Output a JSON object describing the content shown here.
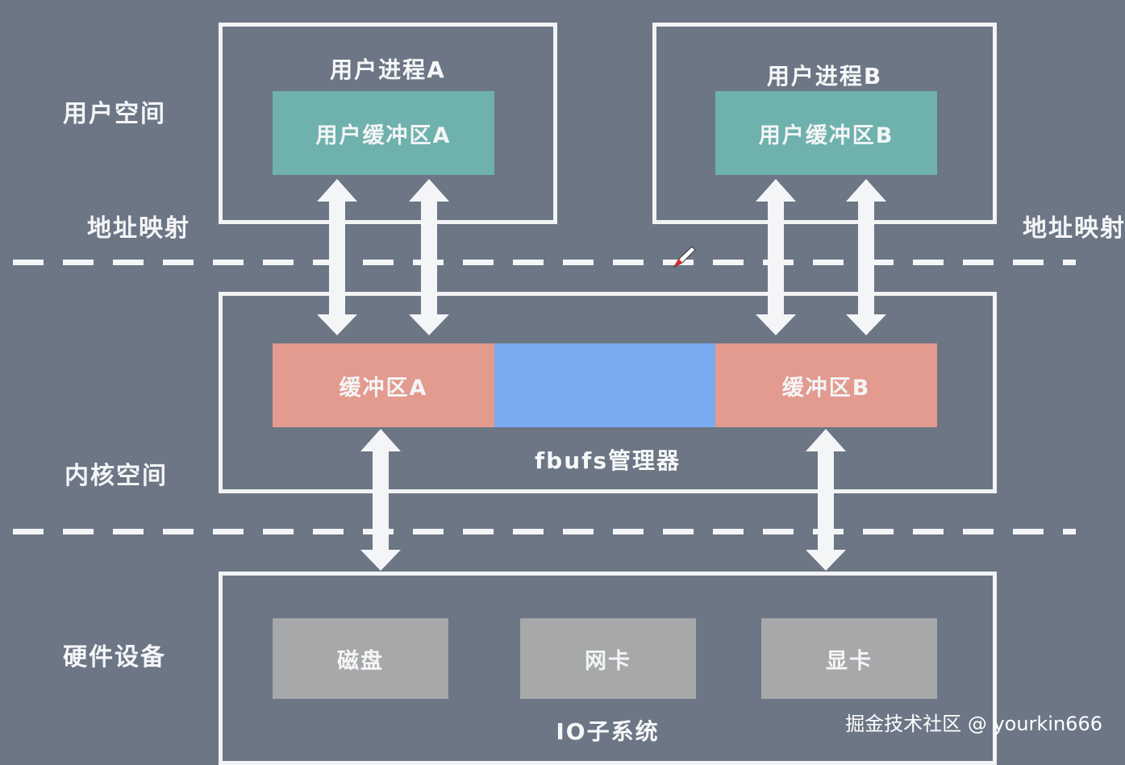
{
  "labels": {
    "user_space": "用户空间",
    "address_mapping_left": "地址映射",
    "address_mapping_right": "地址映射",
    "kernel_space": "内核空间",
    "hardware": "硬件设备"
  },
  "user_process_a": {
    "title": "用户进程A",
    "buffer": "用户缓冲区A"
  },
  "user_process_b": {
    "title": "用户进程B",
    "buffer": "用户缓冲区B"
  },
  "kernel": {
    "buffer_a": "缓冲区A",
    "buffer_b": "缓冲区B",
    "manager": "fbufs管理器"
  },
  "io": {
    "title": "IO子系统",
    "devices": [
      "磁盘",
      "网卡",
      "显卡"
    ]
  },
  "watermark": "掘金技术社区 @ yourkin666",
  "colors": {
    "background": "#6c7685",
    "user_buffer": "#6fb1ad",
    "kernel_buffer": "#e39a8f",
    "shared_region": "#7aaaf0",
    "device": "#a6a8aa"
  }
}
